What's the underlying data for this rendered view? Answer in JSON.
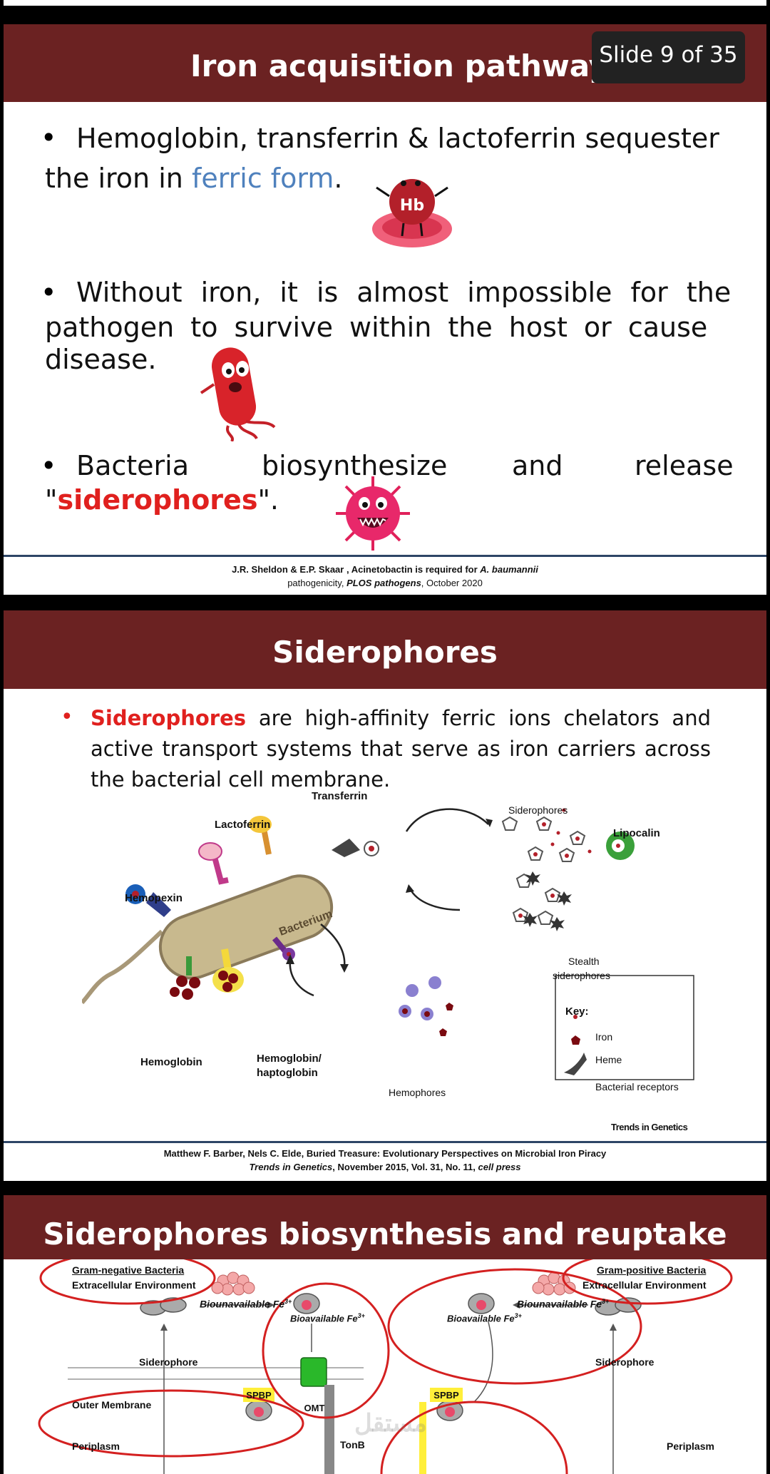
{
  "top_strip": "",
  "slide1": {
    "title": "Iron acquisition pathway",
    "badge": "Slide 9 of 35",
    "bullet1_a": "Hemoglobin, transferrin & lactoferrin sequester",
    "bullet1_b": "the iron in",
    "bullet1_highlight": "ferric form",
    "bullet1_end": ".",
    "hb_label": "Hb",
    "bullet2_a": "Without iron, it is almost impossible for the",
    "bullet2_b": "pathogen to survive within the host or cause",
    "bullet2_c": "disease.",
    "bullet3_w1": "Bacteria",
    "bullet3_w2": "biosynthesize",
    "bullet3_w3": "and",
    "bullet3_w4": "release",
    "bullet3_q1": "\"",
    "bullet3_highlight": "siderophores",
    "bullet3_q2": "\".",
    "cite_line1_a": "J.R. Sheldon & E.P. Skaar , Acinetobactin is required for ",
    "cite_line1_i": "A. baumannii",
    "cite_line2_a": "pathogenicity, ",
    "cite_line2_i": "PLOS pathogens",
    "cite_line2_b": ", October 2020"
  },
  "slide2": {
    "title": "Siderophores",
    "bullet_highlight": "Siderophores",
    "bullet_l1": " are high-affinity ferric ions chelators and",
    "bullet_l2": "active transport systems that serve as iron carriers across",
    "bullet_l3": "the bacterial cell membrane.",
    "diagram": {
      "transferrin": "Transferrin",
      "lactoferrin": "Lactoferrin",
      "hemopexin": "Hemopexin",
      "bacterium": "Bacterium",
      "hemoglobin": "Hemoglobin",
      "hemoglobin_hapto_1": "Hemoglobin/",
      "hemoglobin_hapto_2": "haptoglobin",
      "hemophores": "Hemophores",
      "siderophores": "Siderophores",
      "lipocalin": "Lipocalin",
      "stealth_1": "Stealth",
      "stealth_2": "siderophores",
      "key_title": "Key:",
      "key_iron": "Iron",
      "key_heme": "Heme",
      "key_receptors": "Bacterial receptors",
      "journal": "Trends in Genetics"
    },
    "cite_line1": "Matthew F. Barber, Nels C. Elde, Buried Treasure: Evolutionary Perspectives on Microbial Iron Piracy",
    "cite_line2_i1": "Trends in Genetics",
    "cite_line2_b": ", November 2015, Vol. 31, No. 11, ",
    "cite_line2_i2": "cell press"
  },
  "slide3": {
    "title": "Siderophores biosynthesis and reuptake",
    "gram_neg": "Gram-negative Bacteria",
    "extracellular_left": "Extracellular Environment",
    "gram_pos": "Gram-positive Bacteria",
    "extracellular_right": "Extracellular Environment",
    "biounavailable_left": "Biounavailable Fe",
    "bioavailable_left": "Bioavailable Fe",
    "biounavailable_right": "Biounavailable Fe",
    "bioavailable_right": "Bioavailable Fe",
    "sup": "3+",
    "siderophore_left": "Siderophore",
    "siderophore_right": "Siderophore",
    "outer_membrane": "Outer Membrane",
    "omt": "OMT",
    "periplasm_left": "Periplasm",
    "periplasm_right": "Periplasm",
    "spbp_left": "SPBP",
    "spbp_right": "SPBP",
    "tonb": "TonB",
    "watermark": "مستقل"
  },
  "colors": {
    "header": "#6b2222",
    "accent_red": "#e0201e",
    "ferric_blue": "#4f81bd",
    "rule_blue": "#2d4566",
    "ellipse_red": "#d42020"
  }
}
